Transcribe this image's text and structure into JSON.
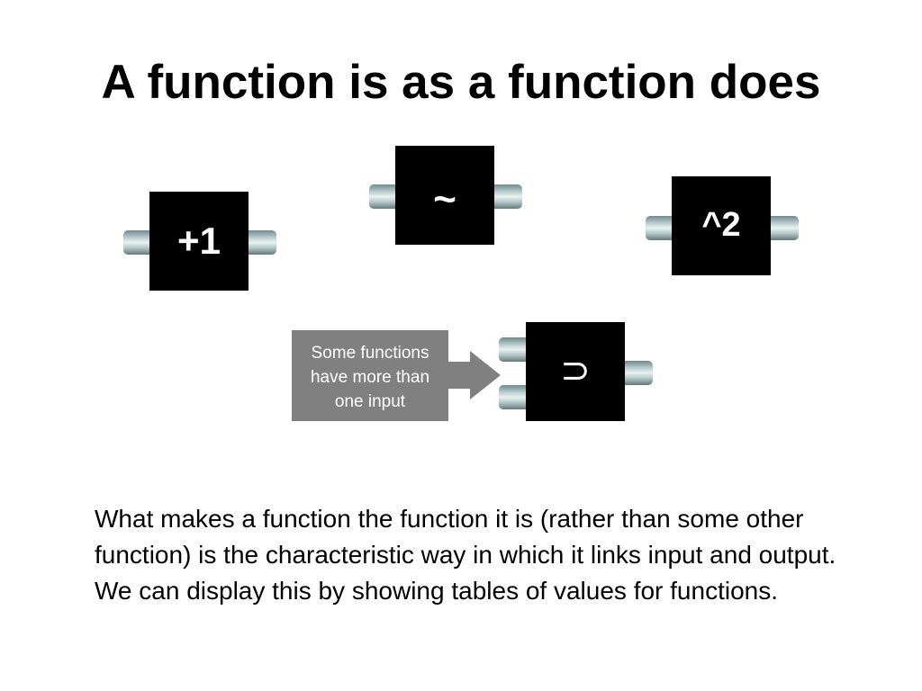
{
  "slide": {
    "title": "A function is as a function does",
    "body_text": "What makes a function the function it is (rather than some other function) is the characteristic way in which it links input and output. We can display this by showing tables of values for functions."
  },
  "functions": [
    {
      "id": "plus-one",
      "symbol": "+1"
    },
    {
      "id": "tilde",
      "symbol": "~"
    },
    {
      "id": "square",
      "symbol": "^2"
    },
    {
      "id": "union",
      "symbol": "⊃"
    }
  ],
  "callout": {
    "text_line1": "Some functions",
    "text_line2": "have more than",
    "text_line3": "one input"
  },
  "colors": {
    "box": "#000000",
    "callout": "#808080",
    "pipe": "#b9cdcf"
  }
}
